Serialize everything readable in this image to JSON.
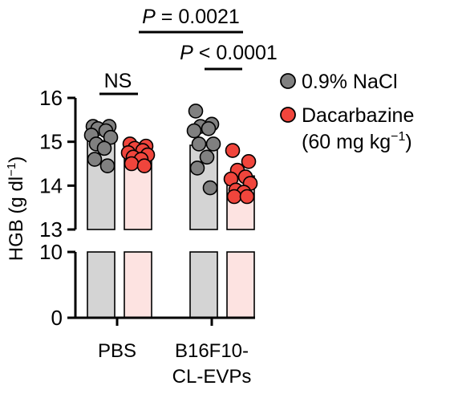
{
  "chart_data": {
    "type": "bar",
    "ylabel": "HGB (g dl",
    "ylabel_sup": "−1",
    "ylabel_close": ")",
    "categories": [
      {
        "line1": "PBS",
        "line2": ""
      },
      {
        "line1": "B16F10-",
        "line2": "CL-EVPs"
      }
    ],
    "axis_break": {
      "lower": [
        0,
        10
      ],
      "upper": [
        13,
        16
      ]
    },
    "yticks_lower": [
      "0",
      "10"
    ],
    "yticks_upper": [
      "13",
      "14",
      "15",
      "16"
    ],
    "series": [
      {
        "name": "0.9% NaCl",
        "name_line2": "",
        "dot_color": "#808080",
        "bar_color": "#d4d4d4",
        "means": [
          15.02,
          14.92
        ],
        "points": [
          [
            15.35,
            15.35,
            15.3,
            15.25,
            15.15,
            15.1,
            14.95,
            14.85,
            14.6,
            14.45
          ],
          [
            15.7,
            15.4,
            15.35,
            15.3,
            15.25,
            14.95,
            14.95,
            14.65,
            14.4,
            13.95
          ]
        ]
      },
      {
        "name": "Dacarbazine",
        "name_line2": "(60 mg kg",
        "name_line2_sup": "−1",
        "name_line2_close": ")",
        "dot_color": "#f0453c",
        "bar_color": "#fde3e1",
        "means": [
          14.78,
          14.22
        ],
        "points": [
          [
            14.95,
            14.9,
            14.85,
            14.8,
            14.75,
            14.7,
            14.65,
            14.6,
            14.5,
            14.45
          ],
          [
            14.8,
            14.55,
            14.35,
            14.2,
            14.15,
            14.05,
            13.9,
            13.85,
            13.75,
            13.75
          ]
        ]
      }
    ],
    "annotations": [
      {
        "text": "NS"
      },
      {
        "text_italic": "P",
        "text_rest": " < 0.0001"
      },
      {
        "text_italic": "P",
        "text_rest": " = 0.0021"
      }
    ]
  }
}
